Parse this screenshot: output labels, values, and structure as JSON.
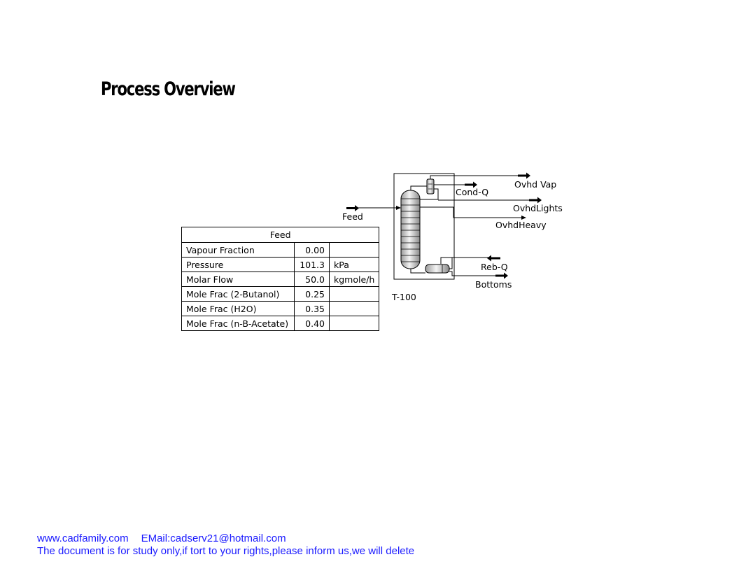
{
  "page": {
    "title": "Process Overview"
  },
  "feed_table": {
    "header": "Feed",
    "rows": [
      {
        "label": "Vapour Fraction",
        "value": "0.00",
        "unit": ""
      },
      {
        "label": "Pressure",
        "value": "101.3",
        "unit": "kPa"
      },
      {
        "label": "Molar Flow",
        "value": "50.0",
        "unit": "kgmole/h"
      },
      {
        "label": "Mole Frac (2-Butanol)",
        "value": "0.25",
        "unit": ""
      },
      {
        "label": "Mole Frac (H2O)",
        "value": "0.35",
        "unit": ""
      },
      {
        "label": "Mole Frac (n-B-Acetate)",
        "value": "0.40",
        "unit": ""
      }
    ]
  },
  "diagram": {
    "column_label": "T-100",
    "feed": "Feed",
    "cond_q": "Cond-Q",
    "ovhd_vap": "Ovhd Vap",
    "ovhd_lights": "OvhdLights",
    "ovhd_heavy": "OvhdHeavy",
    "reb_q": "Reb-Q",
    "bottoms": "Bottoms"
  },
  "footer": {
    "site": "www.cadfamily.com",
    "email": "EMail:cadserv21@hotmail.com",
    "notice": "The document is for study only,if tort to your rights,please inform us,we will delete"
  }
}
